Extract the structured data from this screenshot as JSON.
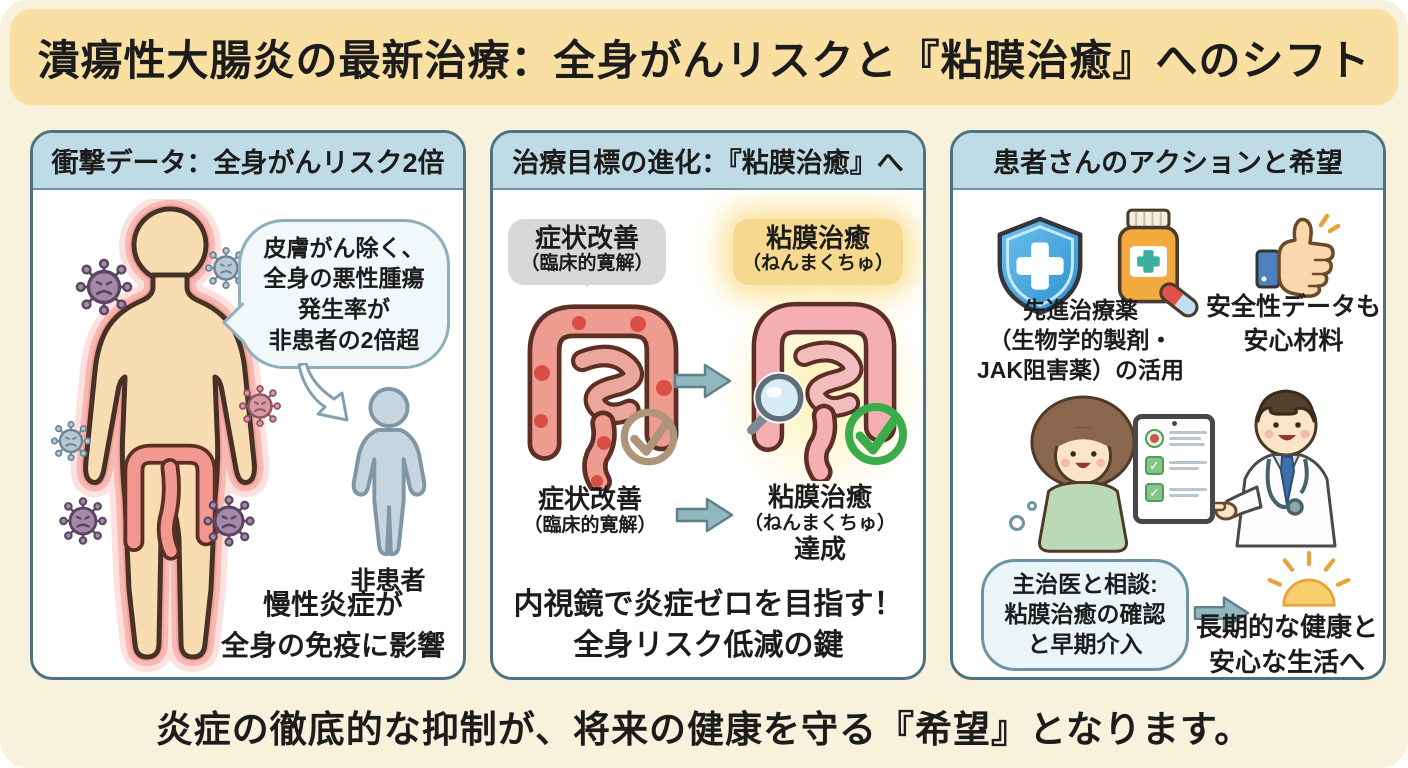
{
  "page": {
    "title": "潰瘍性大腸炎の最新治療：全身がんリスクと『粘膜治癒』へのシフト",
    "footer": "炎症の徹底的な抑制が、将来の健康を守る『希望』となります。",
    "colors": {
      "banner": "#F9DFA2",
      "background": "#F8F2DD",
      "panel_border": "#4F7280",
      "panel_header": "#BFDCE6",
      "arrow_teal": "#93B7BE",
      "highlight_yellow": "#F6D98E",
      "check_green": "#3BAC4B",
      "check_tan": "#AE9478",
      "inflammation_red": "#F2766B"
    }
  },
  "panel_risk": {
    "header": "衝撃データ：全身がんリスク2倍",
    "speech_bubble": "皮膚がん除く、\n全身の悪性腫瘍\n発生率が\n非患者の2倍超",
    "non_patient_label": "非患者",
    "caption": "慢性炎症が\n全身の免疫に影響"
  },
  "panel_goal": {
    "header": "治療目標の進化：『粘膜治癒』へ",
    "before_label": "症状改善",
    "before_sub": "（臨床的寛解）",
    "after_label": "粘膜治癒",
    "after_sub": "（ねんまくちゅ）",
    "after_done": "達成",
    "caption": "内視鏡で炎症ゼロを目指す！\n全身リスク低減の鍵"
  },
  "panel_action": {
    "header": "患者さんのアクションと希望",
    "treatment_text": "先進治療薬\n（生物学的製剤・\nJAK阻害薬）の活用",
    "safety_text": "安全性データも\n安心材料",
    "consult_bubble": "主治医と相談:\n粘膜治癒の確認\nと早期介入",
    "outcome_text": "長期的な健康と\n安心な生活へ"
  },
  "icons": {
    "virus-icon": "spiked circle with angry face",
    "inflamed-body-icon": "human silhouette with red glow and colon",
    "non-patient-icon": "gray standing person silhouette",
    "colon-inflamed-icon": "intestine with red inflammation spots",
    "colon-healed-icon": "healthy pink intestine with glow",
    "checkmark-circle-icon": "✓",
    "magnifier-icon": "🔍",
    "arrow-right-icon": "→",
    "down-arrow-icon": "curved outline arrow",
    "shield-cross-icon": "blue shield with medical cross",
    "medicine-bottle-icon": "pill bottle with capsule",
    "thumbs-up-icon": "👍",
    "patient-icon": "woman in green top",
    "doctor-icon": "doctor with white coat and stethoscope",
    "tablet-checklist-icon": "tablet with green checklist",
    "sun-icon": "rising sun with rays"
  }
}
